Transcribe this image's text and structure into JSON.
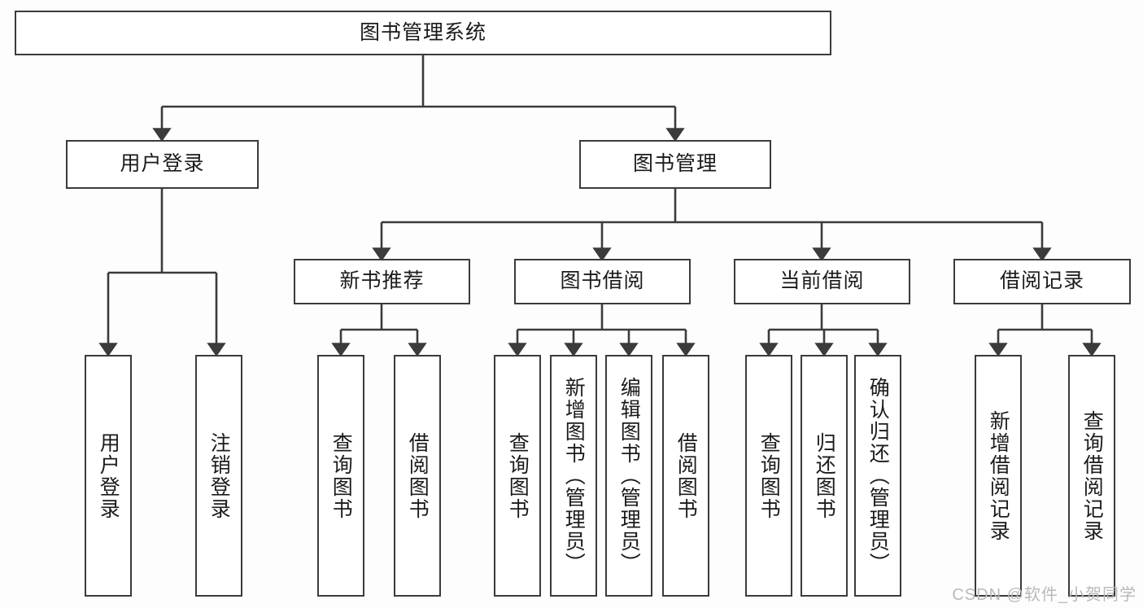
{
  "diagram": {
    "type": "tree",
    "title": "图书管理系统",
    "watermark": "CSDN @软件_小贺同学",
    "colors": {
      "background": "#fdfdfd",
      "box_fill": "#ffffff",
      "box_stroke": "#3b3b3b",
      "connector": "#3b3b3b",
      "text": "#1b1b1b",
      "watermark": "#b9b9b9"
    },
    "root": {
      "label": "图书管理系统"
    },
    "level2": [
      {
        "label": "用户登录"
      },
      {
        "label": "图书管理"
      }
    ],
    "level3": [
      {
        "label": "新书推荐"
      },
      {
        "label": "图书借阅"
      },
      {
        "label": "当前借阅"
      },
      {
        "label": "借阅记录"
      }
    ],
    "leaves": {
      "user_login": [
        {
          "label": "用户登录"
        },
        {
          "label": "注销登录"
        }
      ],
      "new_book": [
        {
          "label": "查询图书"
        },
        {
          "label": "借阅图书"
        }
      ],
      "book_borrow": [
        {
          "label": "查询图书"
        },
        {
          "label": "新增图书（管理员）"
        },
        {
          "label": "编辑图书（管理员）"
        },
        {
          "label": "借阅图书"
        }
      ],
      "current_borrow": [
        {
          "label": "查询图书"
        },
        {
          "label": "归还图书"
        },
        {
          "label": "确认归还（管理员）"
        }
      ],
      "borrow_record": [
        {
          "label": "新增借阅记录"
        },
        {
          "label": "查询借阅记录"
        }
      ]
    }
  }
}
